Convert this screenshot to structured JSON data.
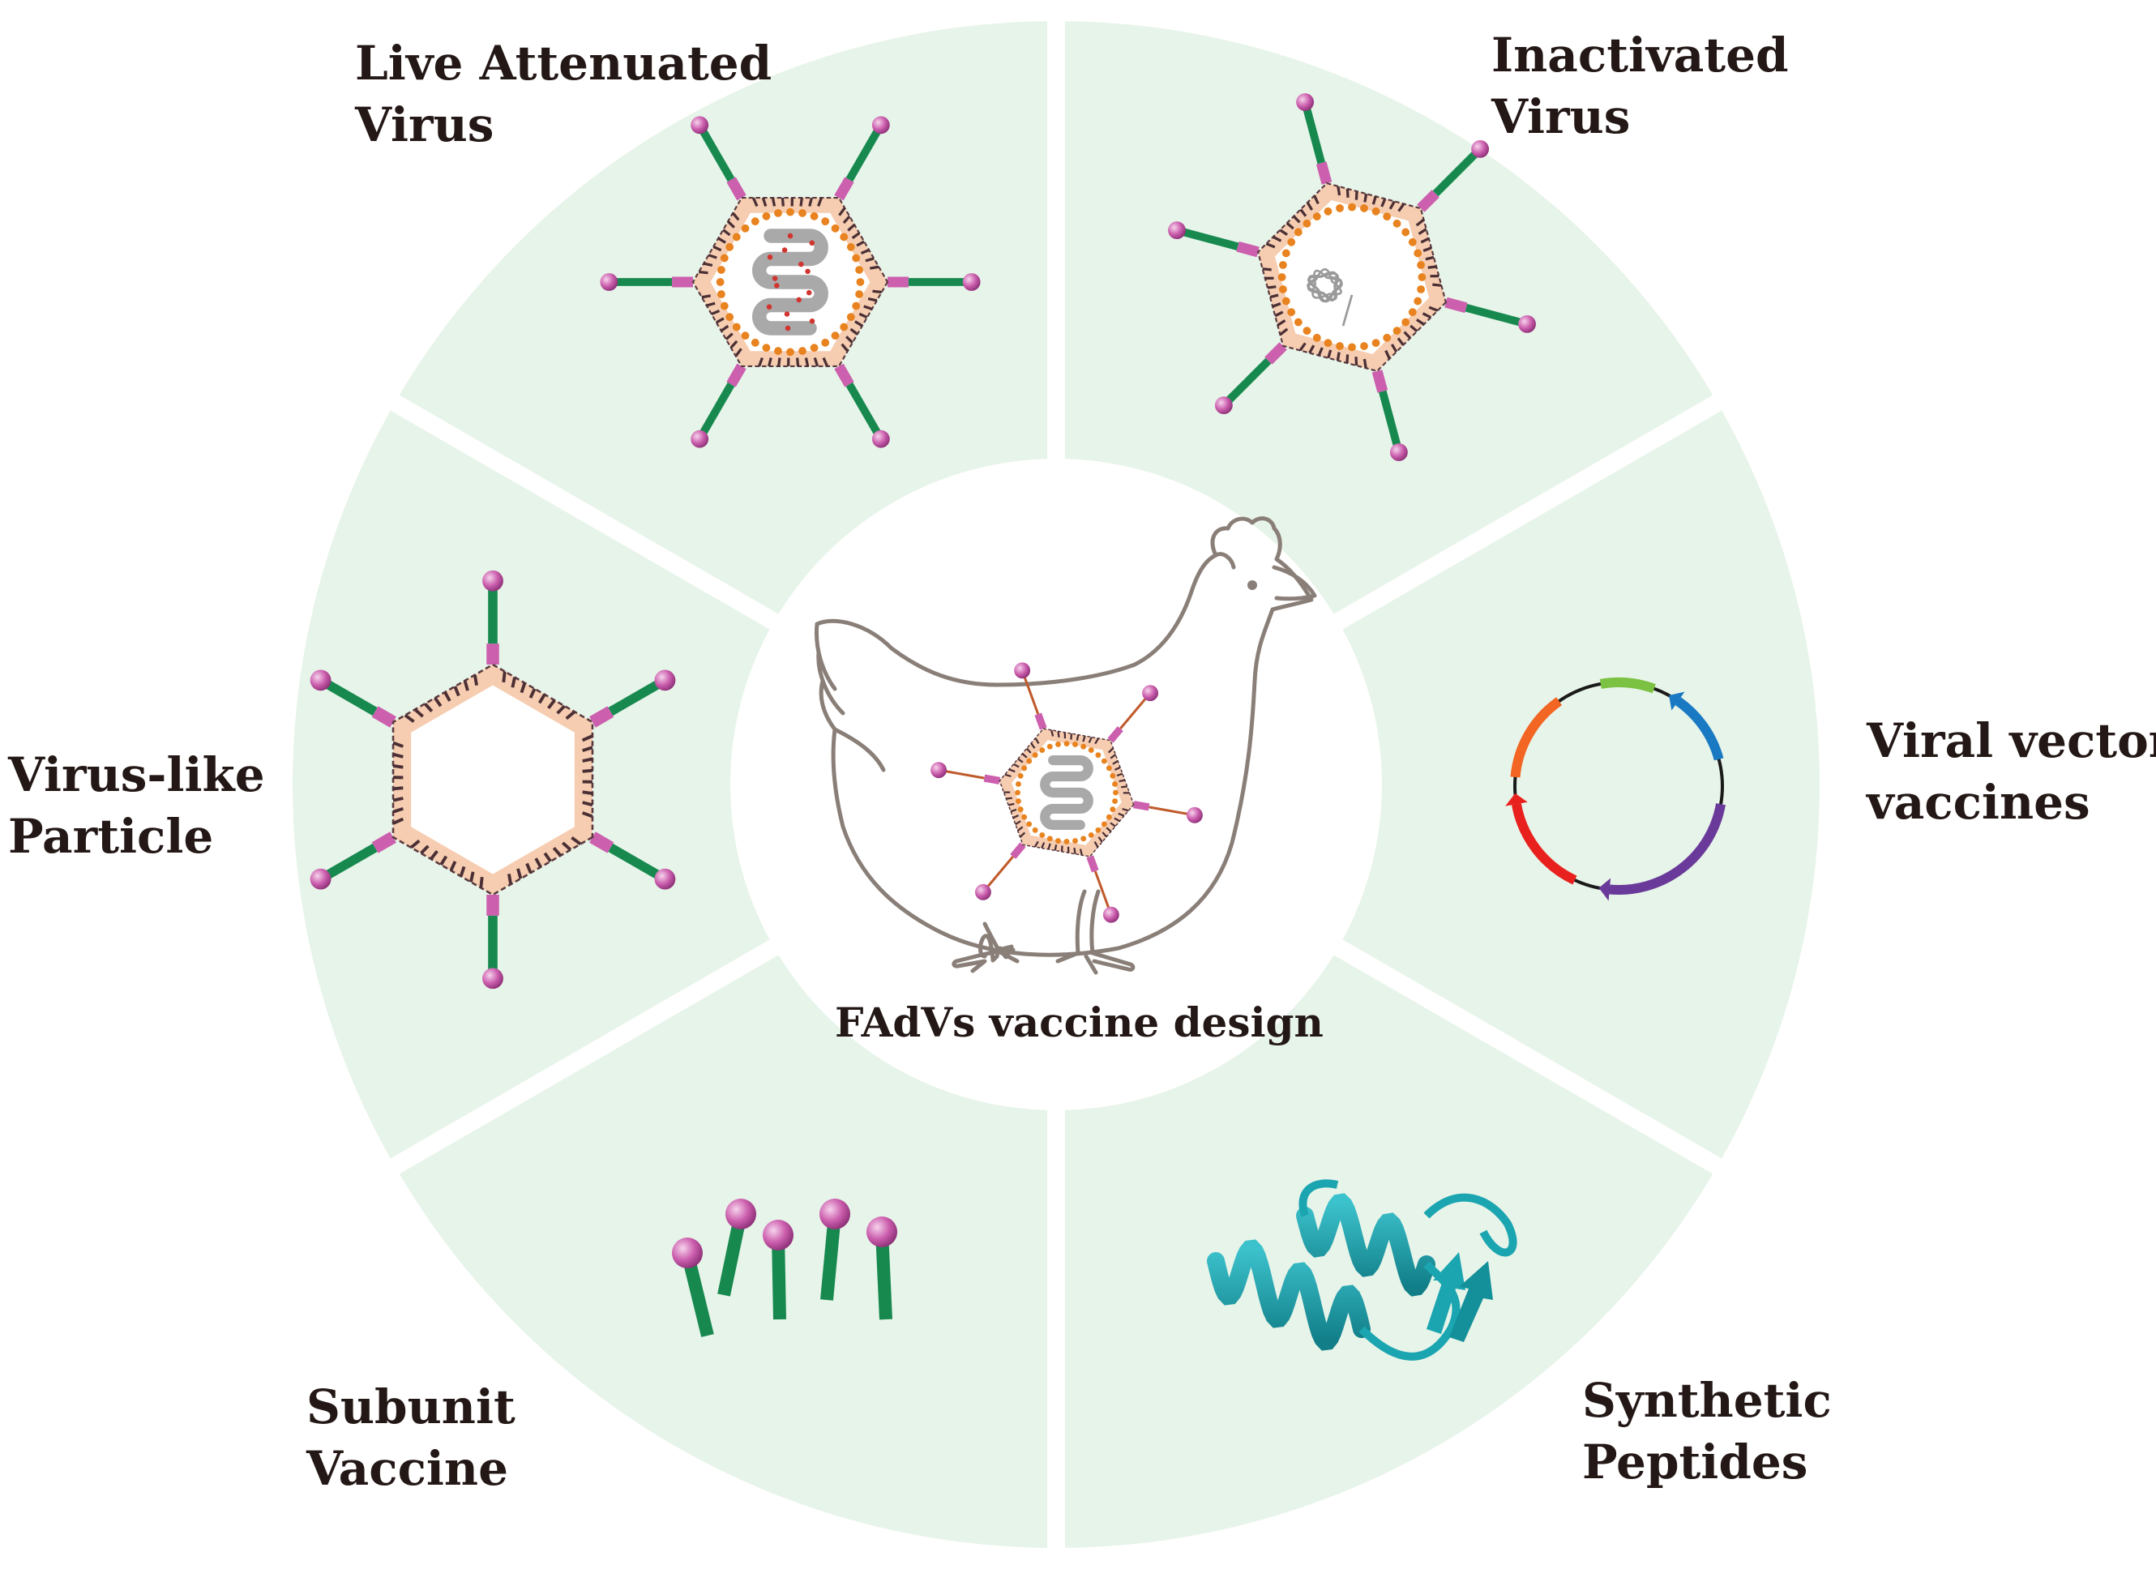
{
  "center": {
    "label": "FAdVs vaccine design",
    "illustration": "chicken-icon"
  },
  "segments": [
    {
      "id": "live-attenuated",
      "line1": "Live Attenuated",
      "line2": "Virus",
      "icon": "live-virus-icon"
    },
    {
      "id": "inactivated",
      "line1": "Inactivated",
      "line2": "Virus",
      "icon": "inactivated-virus-icon"
    },
    {
      "id": "viral-vector",
      "line1": "Viral vector",
      "line2": "vaccines",
      "icon": "plasmid-vector-icon"
    },
    {
      "id": "synthetic-peptides",
      "line1": "Synthetic",
      "line2": "Peptides",
      "icon": "protein-structure-icon"
    },
    {
      "id": "subunit",
      "line1": "Subunit",
      "line2": "Vaccine",
      "icon": "fiber-protein-icon"
    },
    {
      "id": "virus-like-particle",
      "line1": "Virus-like",
      "line2": "Particle",
      "icon": "vlp-icon"
    }
  ],
  "colors": {
    "sector_fill": "#e7f4e9",
    "text": "#231815",
    "fiber_green": "#17894f",
    "knob_magenta": "#cc5fae",
    "dot_orange": "#e8831f",
    "capsid_peach": "#f6cdb0",
    "genome_gray": "#a9a9a9",
    "protein_teal": "#1ba5b1",
    "chicken_line": "#8a7f78"
  }
}
